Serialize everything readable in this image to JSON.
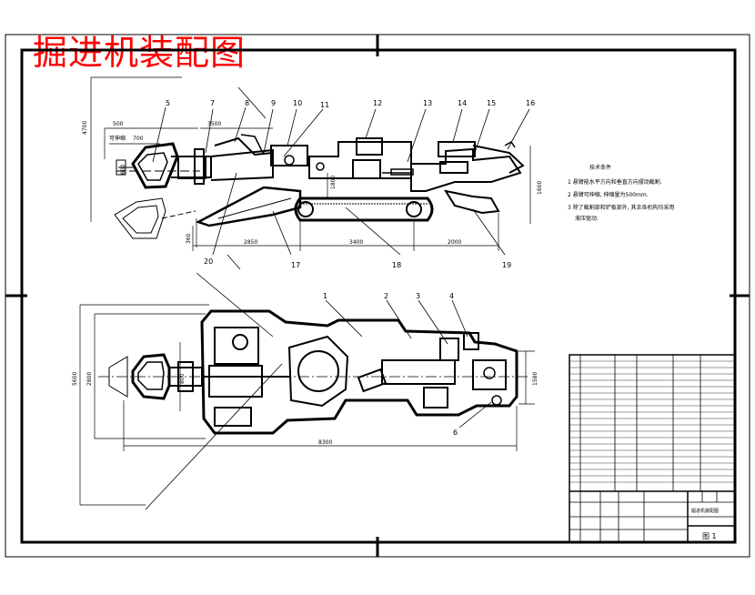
{
  "title": "掘进机装配图",
  "side_view": {
    "parts": [
      "5",
      "7",
      "8",
      "9",
      "10",
      "11",
      "12",
      "13",
      "14",
      "15",
      "16",
      "20",
      "17",
      "18",
      "19"
    ],
    "dims": {
      "d4700": "4700",
      "d500": "500",
      "d3500": "3500",
      "d700": "700",
      "d_mid": "可伸缩",
      "d600": "600",
      "d2850": "2850",
      "d3400": "3400",
      "d2000": "2000",
      "d1600": "1600",
      "d360": "360",
      "d1800": "1800"
    }
  },
  "top_view": {
    "parts": [
      "1",
      "2",
      "3",
      "4",
      "6"
    ],
    "dims": {
      "d5600": "5600",
      "d2800": "2800",
      "d800": "800",
      "d8300": "8300",
      "d1580": "1580"
    }
  },
  "tech_notes": {
    "heading": "技术条件",
    "lines": [
      "1 悬臂能水平方向和垂直方向摆动截割.",
      "2 悬臂可伸缩, 伸缩量为500mm.",
      "3 除了截割部和铲板部外, 其余各机构均采用",
      "液压驱动."
    ]
  },
  "title_block": {
    "title": "掘进机装配图",
    "sheet": "图 1"
  }
}
